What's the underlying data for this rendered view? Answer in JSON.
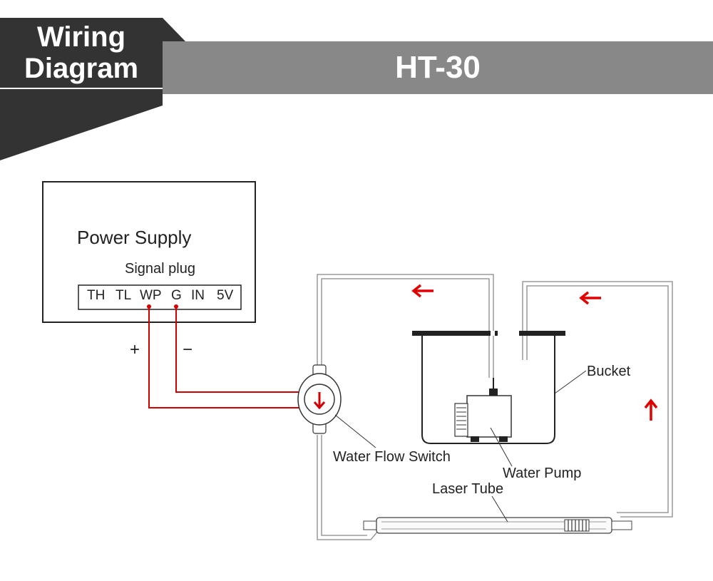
{
  "header": {
    "section_line1": "Wiring",
    "section_line2": "Diagram",
    "model": "HT-30"
  },
  "power_supply": {
    "title": "Power Supply",
    "signal_plug_label": "Signal plug",
    "terminals": [
      "TH",
      "TL",
      "WP",
      "G",
      "IN",
      "5V"
    ]
  },
  "polarity": {
    "plus": "+",
    "minus": "−"
  },
  "components": {
    "bucket": "Bucket",
    "water_flow_switch": "Water Flow Switch",
    "water_pump": "Water Pump",
    "laser_tube": "Laser Tube"
  },
  "colors": {
    "banner_dark": "#333333",
    "banner_gray": "#888888",
    "wire_red": "#d40000",
    "pipe_gray": "#888888"
  }
}
